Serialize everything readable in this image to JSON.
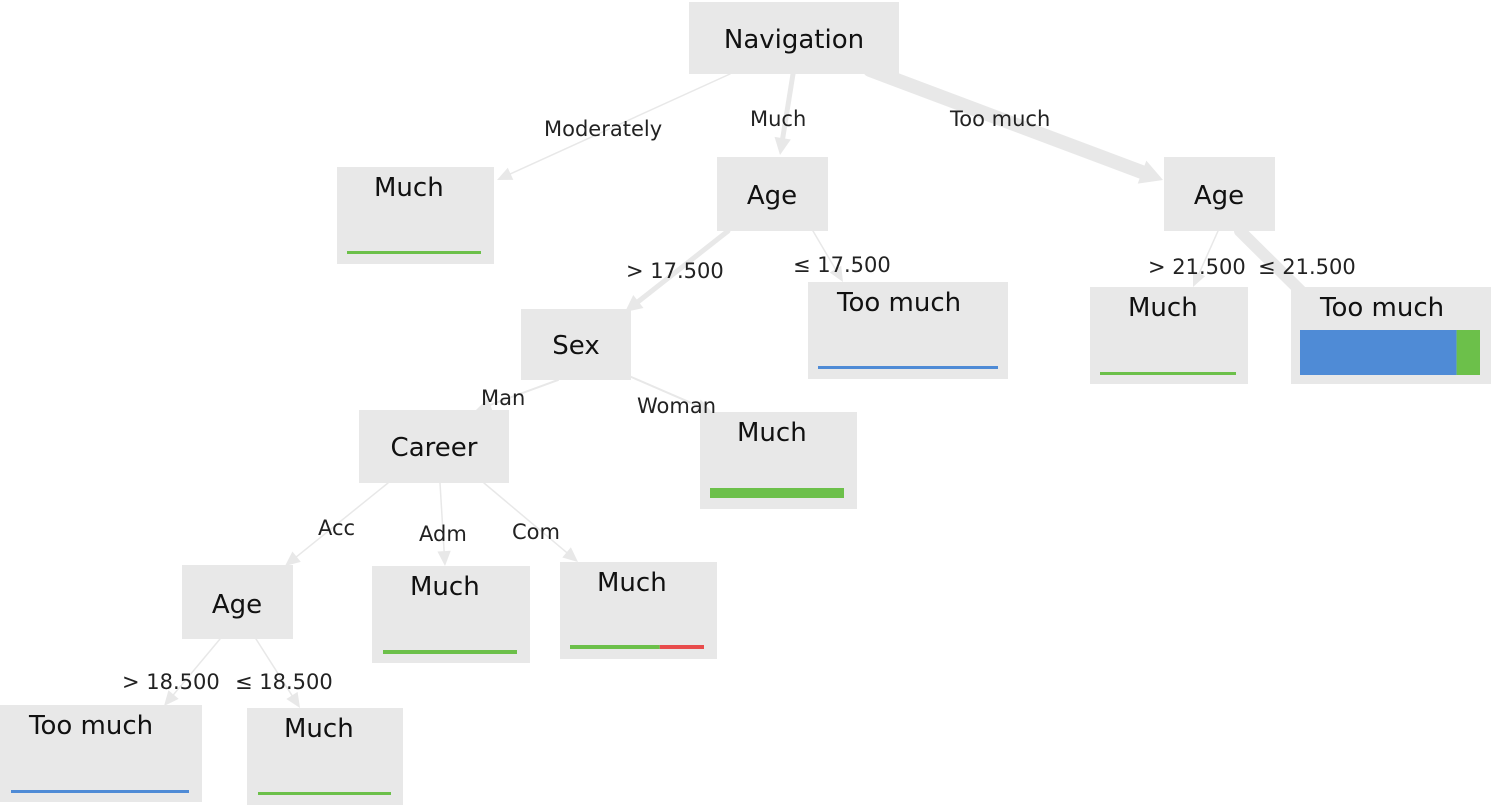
{
  "diagram": {
    "type": "decision-tree",
    "colors": {
      "node_fill": "#e8e8e8",
      "edge": "#e8e8e8",
      "class_much": "#6cc04a",
      "class_too_much": "#4f8bd6",
      "class_other": "#e84c4c"
    },
    "nodes": {
      "root": {
        "label": "Navigation"
      },
      "n_much_mod": {
        "label": "Much",
        "distribution": [
          {
            "class": "Much",
            "share": 1.0
          }
        ]
      },
      "n_age1": {
        "label": "Age"
      },
      "n_age2": {
        "label": "Age"
      },
      "n_sex": {
        "label": "Sex"
      },
      "n_too_17": {
        "label": "Too much",
        "distribution": [
          {
            "class": "Too much",
            "share": 1.0
          }
        ]
      },
      "n_much_21": {
        "label": "Much",
        "distribution": [
          {
            "class": "Much",
            "share": 1.0
          }
        ]
      },
      "n_too_21": {
        "label": "Too much",
        "distribution": [
          {
            "class": "Too much",
            "share": 0.87
          },
          {
            "class": "Much",
            "share": 0.13
          }
        ]
      },
      "n_career": {
        "label": "Career"
      },
      "n_much_woman": {
        "label": "Much",
        "distribution": [
          {
            "class": "Much",
            "share": 1.0
          }
        ]
      },
      "n_age3": {
        "label": "Age"
      },
      "n_much_adm": {
        "label": "Much",
        "distribution": [
          {
            "class": "Much",
            "share": 1.0
          }
        ]
      },
      "n_much_com": {
        "label": "Much",
        "distribution": [
          {
            "class": "Much",
            "share": 0.67
          },
          {
            "class": "Other",
            "share": 0.33
          }
        ]
      },
      "n_too_18": {
        "label": "Too much",
        "distribution": [
          {
            "class": "Too much",
            "share": 1.0
          }
        ]
      },
      "n_much_18": {
        "label": "Much",
        "distribution": [
          {
            "class": "Much",
            "share": 1.0
          }
        ]
      }
    },
    "edges": [
      {
        "from": "root",
        "to": "n_much_mod",
        "label": "Moderately",
        "weight": 1
      },
      {
        "from": "root",
        "to": "n_age1",
        "label": "Much",
        "weight": 5
      },
      {
        "from": "root",
        "to": "n_age2",
        "label": "Too much",
        "weight": 14
      },
      {
        "from": "n_age1",
        "to": "n_sex",
        "label": "> 17.500",
        "weight": 5
      },
      {
        "from": "n_age1",
        "to": "n_too_17",
        "label": "≤ 17.500",
        "weight": 1
      },
      {
        "from": "n_age2",
        "to": "n_much_21",
        "label": "> 21.500",
        "weight": 1
      },
      {
        "from": "n_age2",
        "to": "n_too_21",
        "label": "≤ 21.500",
        "weight": 12
      },
      {
        "from": "n_sex",
        "to": "n_career",
        "label": "Man",
        "weight": 2
      },
      {
        "from": "n_sex",
        "to": "n_much_woman",
        "label": "Woman",
        "weight": 2
      },
      {
        "from": "n_career",
        "to": "n_age3",
        "label": "Acc",
        "weight": 1
      },
      {
        "from": "n_career",
        "to": "n_much_adm",
        "label": "Adm",
        "weight": 1
      },
      {
        "from": "n_career",
        "to": "n_much_com",
        "label": "Com",
        "weight": 1
      },
      {
        "from": "n_age3",
        "to": "n_too_18",
        "label": "> 18.500",
        "weight": 1
      },
      {
        "from": "n_age3",
        "to": "n_much_18",
        "label": "≤ 18.500",
        "weight": 1
      }
    ]
  }
}
